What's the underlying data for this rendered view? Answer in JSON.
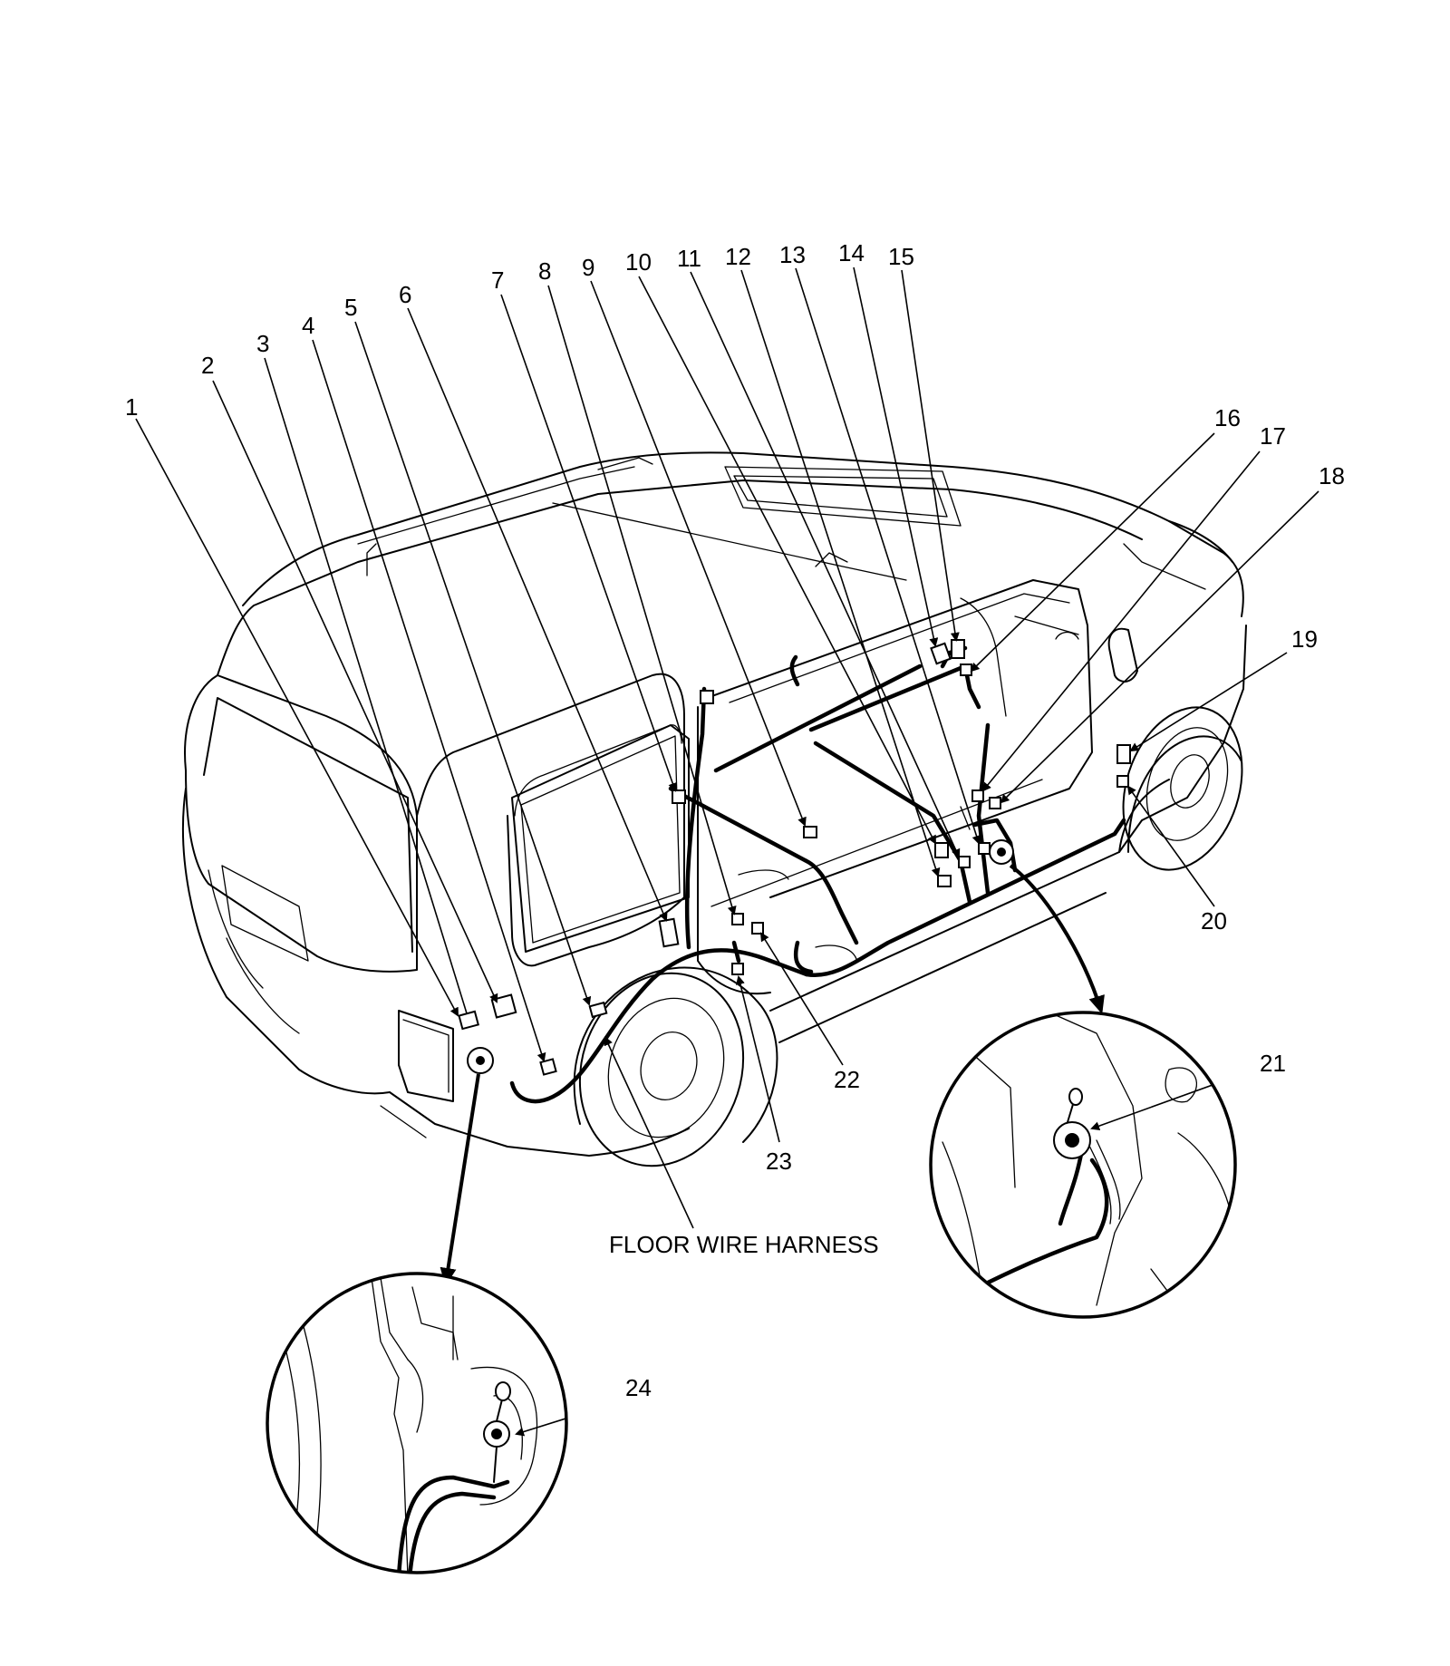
{
  "harness_label": "FLOOR WIRE HARNESS",
  "callouts": [
    "1",
    "2",
    "3",
    "4",
    "5",
    "6",
    "7",
    "8",
    "9",
    "10",
    "11",
    "12",
    "13",
    "14",
    "15",
    "16",
    "17",
    "18",
    "19",
    "20",
    "21",
    "22",
    "23",
    "24"
  ],
  "icons": {
    "vehicle": "suv-outline",
    "connectors": "connector-block",
    "grounds": "ground-terminal",
    "detail_views": "magnified-detail-circle"
  }
}
